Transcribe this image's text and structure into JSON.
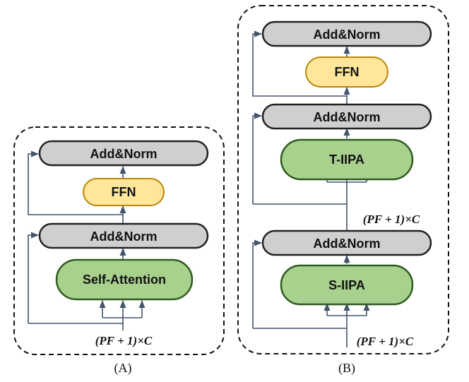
{
  "panel_a": {
    "caption": "(A)",
    "top_addnorm": "Add&Norm",
    "ffn": "FFN",
    "mid_addnorm": "Add&Norm",
    "attention": "Self-Attention",
    "input_dim": "(PF + 1)×C"
  },
  "panel_b": {
    "caption": "(B)",
    "top_addnorm": "Add&Norm",
    "ffn": "FFN",
    "upper_addnorm": "Add&Norm",
    "t_iipa": "T-IIPA",
    "mid_dim": "(PF + 1)×C",
    "lower_addnorm": "Add&Norm",
    "s_iipa": "S-IIPA",
    "input_dim": "(PF + 1)×C"
  },
  "colors": {
    "addnorm_fill": "#d0cece",
    "ffn_fill": "#ffe699",
    "attention_fill": "#a9d18e",
    "arrow": "#44546a"
  }
}
